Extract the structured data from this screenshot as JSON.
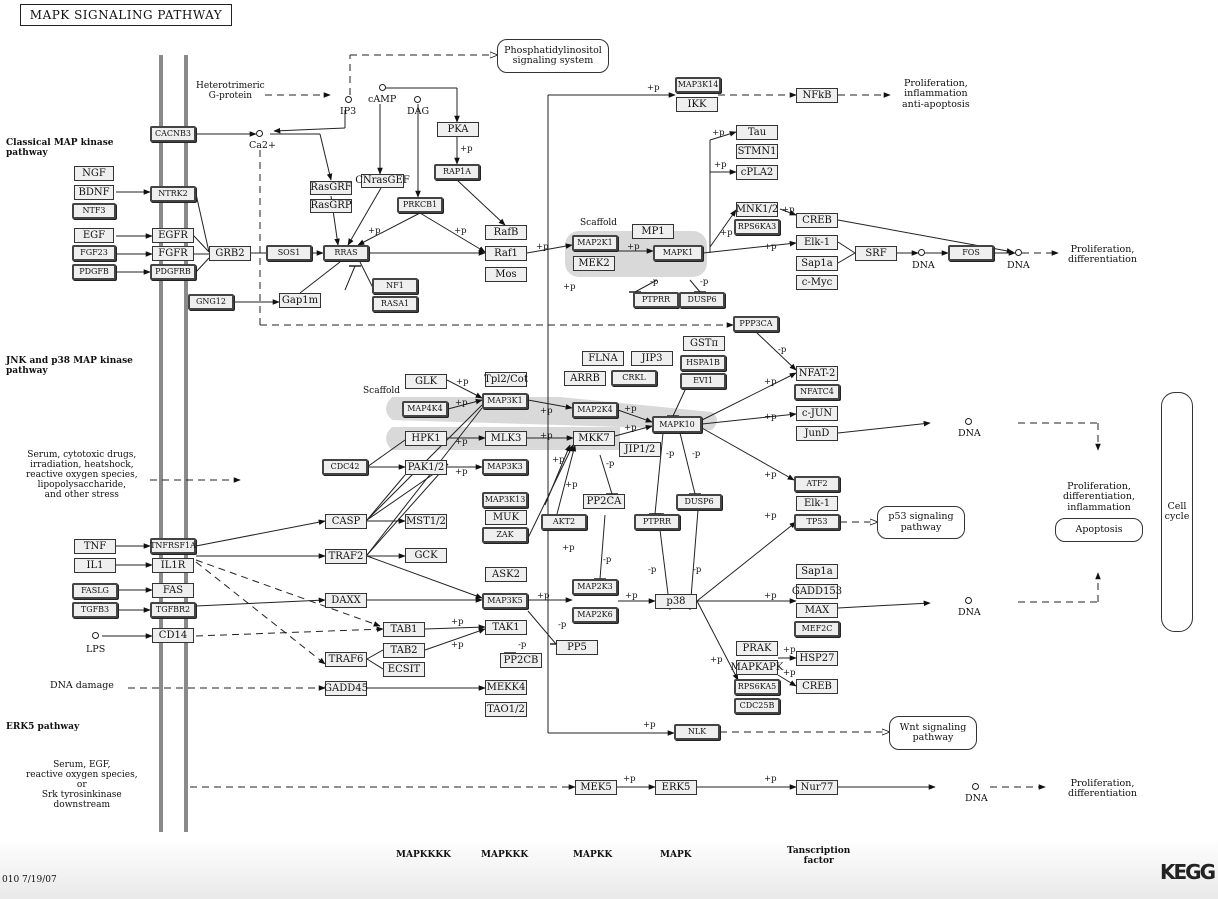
{
  "title": "MAPK SIGNALING PATHWAY",
  "date_stamp": "010  7/19/07",
  "logo": "KEGG",
  "colors": {
    "node_fill": "#efefef",
    "scaffold": "#d9d9d9",
    "membrane": "#8a8a8a",
    "line": "#222222"
  },
  "sections": {
    "classical": "Classical MAP kinase\npathway",
    "jnk": "JNK and p38 MAP kinase\npathway",
    "erk5": "ERK5 pathway"
  },
  "inputs": {
    "gprotein": "Heterotrimeric\nG-protein",
    "stress": "Serum, cytotoxic drugs,\nirradiation, heatshock,\nreactive oxygen species,\nlipopolysaccharide,\nand other stress",
    "dna_damage": "DNA damage",
    "erk5_stim": "Serum, EGF,\nreactive oxygen species,\nor\nSrk tyrosinkinase\ndownstream"
  },
  "compounds": {
    "ip3": "IP3",
    "camp": "cAMP",
    "dag": "DAG",
    "ca": "Ca2+",
    "lps": "LPS",
    "dna": "DNA"
  },
  "scaffold_label": "Scaffold",
  "outcomes": {
    "nfkb": "Proliferation,\ninflammation\nanti-apoptosis",
    "erk": "Proliferation,\ndifferentiation",
    "jnk": "Proliferation,\ndifferentiation,\ninflammation",
    "erk5": "Proliferation,\ndifferentiation"
  },
  "pathways": {
    "pi": "Phosphatidylinositol\nsignaling system",
    "p53": "p53 signaling\npathway",
    "wnt": "Wnt signaling\npathway",
    "apoptosis": "Apoptosis",
    "cellcycle": "Cell\ncycle"
  },
  "tiers": [
    "MAPKKKK",
    "MAPKKK",
    "MAPKK",
    "MAPK",
    "Tanscription\nfactor"
  ],
  "nodes": [
    {
      "id": "CACNB3",
      "label": "CACNB3",
      "hl": true
    },
    {
      "id": "NGF",
      "label": "NGF",
      "hl": false
    },
    {
      "id": "BDNF",
      "label": "BDNF",
      "hl": false
    },
    {
      "id": "NTF3",
      "label": "NTF3",
      "hl": true
    },
    {
      "id": "NTRK2",
      "label": "NTRK2",
      "hl": true
    },
    {
      "id": "EGF",
      "label": "EGF",
      "hl": false
    },
    {
      "id": "EGFR",
      "label": "EGFR",
      "hl": false
    },
    {
      "id": "FGF23",
      "label": "FGF23",
      "hl": true
    },
    {
      "id": "FGFR",
      "label": "FGFR",
      "hl": false
    },
    {
      "id": "PDGFB",
      "label": "PDGFB",
      "hl": true
    },
    {
      "id": "PDGFRB",
      "label": "PDGFRB",
      "hl": true
    },
    {
      "id": "GRB2",
      "label": "GRB2",
      "hl": false
    },
    {
      "id": "SOS1",
      "label": "SOS1",
      "hl": true
    },
    {
      "id": "RRAS",
      "label": "RRAS",
      "hl": true
    },
    {
      "id": "GNG12",
      "label": "GNG12",
      "hl": true
    },
    {
      "id": "Gap1m",
      "label": "Gap1m",
      "hl": false
    },
    {
      "id": "NF1",
      "label": "NF1",
      "hl": true
    },
    {
      "id": "RASA1",
      "label": "RASA1",
      "hl": true
    },
    {
      "id": "RasGRF",
      "label": "RasGRF",
      "hl": false
    },
    {
      "id": "RasGRP",
      "label": "RasGRP",
      "hl": false
    },
    {
      "id": "CNrasGEF",
      "label": "CNrasGEF",
      "hl": false
    },
    {
      "id": "PRKCB1",
      "label": "PRKCB1",
      "hl": true
    },
    {
      "id": "PKA",
      "label": "PKA",
      "hl": false
    },
    {
      "id": "RAP1A",
      "label": "RAP1A",
      "hl": true
    },
    {
      "id": "RafB",
      "label": "RafB",
      "hl": false
    },
    {
      "id": "Raf1",
      "label": "Raf1",
      "hl": false
    },
    {
      "id": "Mos",
      "label": "Mos",
      "hl": false
    },
    {
      "id": "MAP2K1",
      "label": "MAP2K1",
      "hl": true
    },
    {
      "id": "MEK2",
      "label": "MEK2",
      "hl": false
    },
    {
      "id": "MP1",
      "label": "MP1",
      "hl": false
    },
    {
      "id": "MAPK1",
      "label": "MAPK1",
      "hl": true
    },
    {
      "id": "PTPRR1",
      "label": "PTPRR",
      "hl": true
    },
    {
      "id": "DUSP6a",
      "label": "DUSP6",
      "hl": true
    },
    {
      "id": "MAP3K14",
      "label": "MAP3K14",
      "hl": true
    },
    {
      "id": "IKK",
      "label": "IKK",
      "hl": false
    },
    {
      "id": "NFkB",
      "label": "NFkB",
      "hl": false
    },
    {
      "id": "Tau",
      "label": "Tau",
      "hl": false
    },
    {
      "id": "STMN1",
      "label": "STMN1",
      "hl": false
    },
    {
      "id": "cPLA2",
      "label": "cPLA2",
      "hl": false
    },
    {
      "id": "MNK12",
      "label": "MNK1/2",
      "hl": false
    },
    {
      "id": "RPS6KA3",
      "label": "RPS6KA3",
      "hl": true
    },
    {
      "id": "CREB1",
      "label": "CREB",
      "hl": false
    },
    {
      "id": "Elk1a",
      "label": "Elk-1",
      "hl": false
    },
    {
      "id": "Sap1a1",
      "label": "Sap1a",
      "hl": false
    },
    {
      "id": "cMyc",
      "label": "c-Myc",
      "hl": false
    },
    {
      "id": "SRF",
      "label": "SRF",
      "hl": false
    },
    {
      "id": "FOS",
      "label": "FOS",
      "hl": true
    },
    {
      "id": "PPP3CA",
      "label": "PPP3CA",
      "hl": true
    },
    {
      "id": "GLK",
      "label": "GLK",
      "hl": false
    },
    {
      "id": "MAP4K4",
      "label": "MAP4K4",
      "hl": true
    },
    {
      "id": "Tpl2",
      "label": "Tpl2/Cot",
      "hl": false
    },
    {
      "id": "MAP3K1",
      "label": "MAP3K1",
      "hl": true
    },
    {
      "id": "HPK1",
      "label": "HPK1",
      "hl": false
    },
    {
      "id": "MLK3",
      "label": "MLK3",
      "hl": false
    },
    {
      "id": "CDC42",
      "label": "CDC42",
      "hl": true
    },
    {
      "id": "PAK12",
      "label": "PAK1/2",
      "hl": false
    },
    {
      "id": "MAP3K3",
      "label": "MAP3K3",
      "hl": true
    },
    {
      "id": "FLNA",
      "label": "FLNA",
      "hl": false
    },
    {
      "id": "JIP3",
      "label": "JIP3",
      "hl": false
    },
    {
      "id": "ARRB",
      "label": "ARRB",
      "hl": false
    },
    {
      "id": "CRKL",
      "label": "CRKL",
      "hl": true
    },
    {
      "id": "GSTpi",
      "label": "GSTπ",
      "hl": false
    },
    {
      "id": "HSPA1B",
      "label": "HSPA1B",
      "hl": true
    },
    {
      "id": "EVI1",
      "label": "EVI1",
      "hl": true
    },
    {
      "id": "MAP2K4",
      "label": "MAP2K4",
      "hl": true
    },
    {
      "id": "MKK7",
      "label": "MKK7",
      "hl": false
    },
    {
      "id": "JIP12",
      "label": "JIP1/2",
      "hl": false
    },
    {
      "id": "MAPK10",
      "label": "MAPK10",
      "hl": true
    },
    {
      "id": "NFAT2",
      "label": "NFAT-2",
      "hl": false
    },
    {
      "id": "NFATC4",
      "label": "NFATC4",
      "hl": true
    },
    {
      "id": "cJUN",
      "label": "c-JUN",
      "hl": false
    },
    {
      "id": "JunD",
      "label": "JunD",
      "hl": false
    },
    {
      "id": "MAP3K13",
      "label": "MAP3K13",
      "hl": true
    },
    {
      "id": "MUK",
      "label": "MUK",
      "hl": false
    },
    {
      "id": "ZAK",
      "label": "ZAK",
      "hl": true
    },
    {
      "id": "AKT2",
      "label": "AKT2",
      "hl": true
    },
    {
      "id": "PP2CA",
      "label": "PP2CA",
      "hl": false
    },
    {
      "id": "PTPRR2",
      "label": "PTPRR",
      "hl": true
    },
    {
      "id": "DUSP6b",
      "label": "DUSP6",
      "hl": true
    },
    {
      "id": "ATF2",
      "label": "ATF2",
      "hl": true
    },
    {
      "id": "Elk1b",
      "label": "Elk-1",
      "hl": false
    },
    {
      "id": "TP53",
      "label": "TP53",
      "hl": true
    },
    {
      "id": "TNF",
      "label": "TNF",
      "hl": false
    },
    {
      "id": "TNFRSF1A",
      "label": "TNFRSF1A",
      "hl": true
    },
    {
      "id": "IL1",
      "label": "IL1",
      "hl": false
    },
    {
      "id": "IL1R",
      "label": "IL1R",
      "hl": false
    },
    {
      "id": "FASLG",
      "label": "FASLG",
      "hl": true
    },
    {
      "id": "FAS",
      "label": "FAS",
      "hl": false
    },
    {
      "id": "TGFB3",
      "label": "TGFB3",
      "hl": true
    },
    {
      "id": "TGFBR2",
      "label": "TGFBR2",
      "hl": true
    },
    {
      "id": "CD14",
      "label": "CD14",
      "hl": false
    },
    {
      "id": "CASP",
      "label": "CASP",
      "hl": false
    },
    {
      "id": "MST12",
      "label": "MST1/2",
      "hl": false
    },
    {
      "id": "TRAF2",
      "label": "TRAF2",
      "hl": false
    },
    {
      "id": "GCK",
      "label": "GCK",
      "hl": false
    },
    {
      "id": "DAXX",
      "label": "DAXX",
      "hl": false
    },
    {
      "id": "ASK2",
      "label": "ASK2",
      "hl": false
    },
    {
      "id": "MAP3K5",
      "label": "MAP3K5",
      "hl": true
    },
    {
      "id": "TAB1",
      "label": "TAB1",
      "hl": false
    },
    {
      "id": "TAB2",
      "label": "TAB2",
      "hl": false
    },
    {
      "id": "ECSIT",
      "label": "ECSIT",
      "hl": false
    },
    {
      "id": "TRAF6",
      "label": "TRAF6",
      "hl": false
    },
    {
      "id": "TAK1",
      "label": "TAK1",
      "hl": false
    },
    {
      "id": "PP2CB",
      "label": "PP2CB",
      "hl": false
    },
    {
      "id": "PP5",
      "label": "PP5",
      "hl": false
    },
    {
      "id": "GADD45",
      "label": "GADD45",
      "hl": false
    },
    {
      "id": "MEKK4",
      "label": "MEKK4",
      "hl": false
    },
    {
      "id": "TAO12",
      "label": "TAO1/2",
      "hl": false
    },
    {
      "id": "MAP2K3",
      "label": "MAP2K3",
      "hl": true
    },
    {
      "id": "MAP2K6",
      "label": "MAP2K6",
      "hl": true
    },
    {
      "id": "p38",
      "label": "p38",
      "hl": false
    },
    {
      "id": "Sap1a2",
      "label": "Sap1a",
      "hl": false
    },
    {
      "id": "GADD153",
      "label": "GADD153",
      "hl": false
    },
    {
      "id": "MAX",
      "label": "MAX",
      "hl": false
    },
    {
      "id": "MEF2C",
      "label": "MEF2C",
      "hl": true
    },
    {
      "id": "PRAK",
      "label": "PRAK",
      "hl": false
    },
    {
      "id": "MAPKAPK",
      "label": "MAPKAPK",
      "hl": false
    },
    {
      "id": "RPS6KA5",
      "label": "RPS6KA5",
      "hl": true
    },
    {
      "id": "CDC25B",
      "label": "CDC25B",
      "hl": true
    },
    {
      "id": "HSP27",
      "label": "HSP27",
      "hl": false
    },
    {
      "id": "CREB2",
      "label": "CREB",
      "hl": false
    },
    {
      "id": "NLK",
      "label": "NLK",
      "hl": true
    },
    {
      "id": "MEK5",
      "label": "MEK5",
      "hl": false
    },
    {
      "id": "ERK5",
      "label": "ERK5",
      "hl": false
    },
    {
      "id": "Nur77",
      "label": "Nur77",
      "hl": false
    }
  ]
}
